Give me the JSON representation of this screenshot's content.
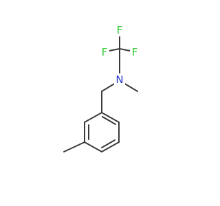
{
  "molecule": {
    "atoms": [
      {
        "id": "F1",
        "label": "F",
        "color": "#33cc33"
      },
      {
        "id": "F2",
        "label": "F",
        "color": "#33cc33"
      },
      {
        "id": "F3",
        "label": "F",
        "color": "#33cc33"
      },
      {
        "id": "N",
        "label": "N",
        "color": "#2233cc"
      }
    ]
  },
  "colors": {
    "bond": "#3a3a3a",
    "fluorine": "#33cc33",
    "nitrogen": "#2233cc",
    "background": "#ffffff"
  }
}
